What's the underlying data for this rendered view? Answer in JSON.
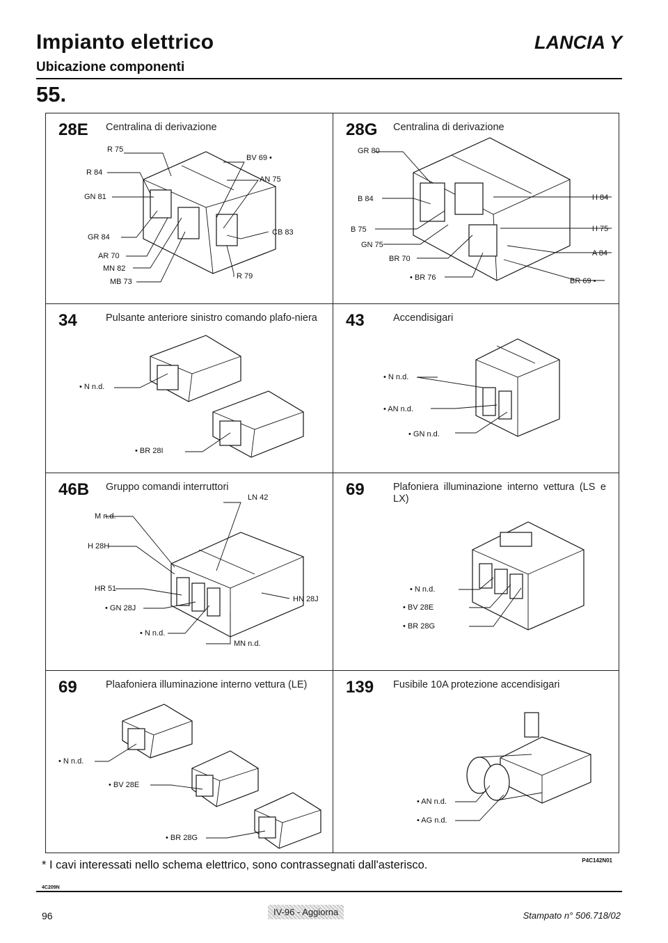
{
  "header": {
    "title": "Impianto elettrico",
    "subtitle": "Ubicazione componenti",
    "brand": "LANCIA Y",
    "section": "55."
  },
  "components": [
    {
      "code": "28E",
      "description": "Centralina di derivazione",
      "labels": [
        "R 75",
        "R 84",
        "GN 81",
        "GR 84",
        "AR 70",
        "MN 82",
        "MB 73",
        "BV 69 •",
        "AN 75",
        "CB 83",
        "R 79"
      ]
    },
    {
      "code": "28G",
      "description": "Centralina di derivazione",
      "labels": [
        "GR 80",
        "B 84",
        "B 75",
        "GN 75",
        "BR 70",
        "• BR 76",
        "H 84",
        "H 75",
        "A 84",
        "BR 69 •"
      ]
    },
    {
      "code": "34",
      "description": "Pulsante anteriore sinistro comando plafo-niera",
      "labels": [
        "• N n.d.",
        "• BR 28I"
      ]
    },
    {
      "code": "43",
      "description": "Accendisigari",
      "labels": [
        "• N n.d.",
        "• AN n.d.",
        "• GN n.d."
      ]
    },
    {
      "code": "46B",
      "description": "Gruppo comandi interruttori",
      "labels": [
        "M n.d.",
        "H 28H",
        "HR 51",
        "• GN 28J",
        "• N n.d.",
        "LN 42",
        "HN 28J",
        "MN n.d."
      ]
    },
    {
      "code": "69",
      "description": "Plafoniera illuminazione interno vettura (LS e LX)",
      "labels": [
        "• N n.d.",
        "• BV 28E",
        "• BR 28G"
      ]
    },
    {
      "code": "69",
      "description": "Plaafoniera illuminazione interno vettura (LE)",
      "labels": [
        "• N n.d.",
        "• BV 28E",
        "• BR 28G"
      ]
    },
    {
      "code": "139",
      "description": "Fusibile 10A protezione accendisigari",
      "labels": [
        "• AN n.d.",
        "• AG n.d."
      ]
    }
  ],
  "footer": {
    "footnote": "* I cavi interessati nello schema elettrico, sono contrassegnati dall'asterisco.",
    "figure_code": "P4C142N01",
    "small_code": "4C209N",
    "page_number": "96",
    "update_label": "IV-96 - Aggiorna",
    "print_info": "Stampato n° 506.718/02"
  }
}
